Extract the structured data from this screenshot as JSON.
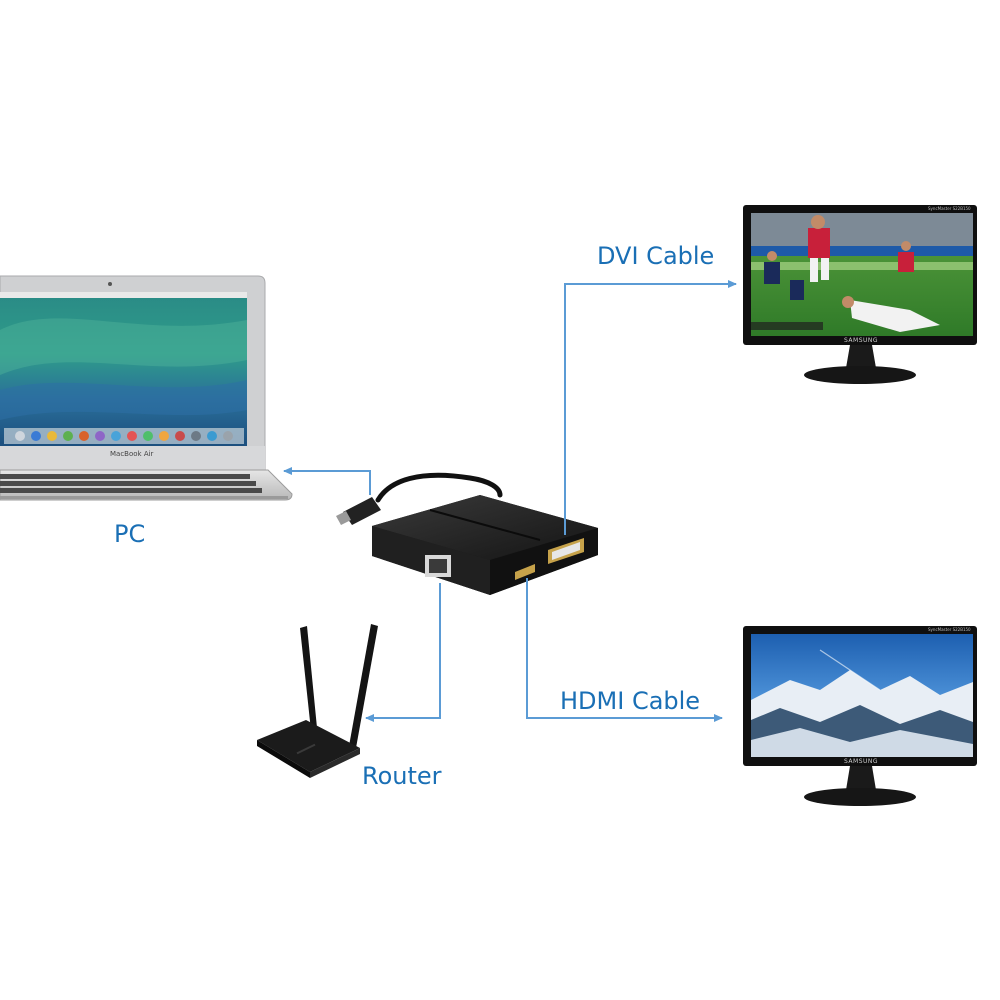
{
  "labels": {
    "pc": "PC",
    "router": "Router",
    "dvi_cable": "DVI Cable",
    "hdmi_cable": "HDMI Cable"
  },
  "devices": {
    "laptop_model": "MacBook Air",
    "monitor_brand": "SAMSUNG",
    "monitor_top_brand": "SyncMaster S22B150"
  },
  "colors": {
    "connector_line": "#5b9bd5",
    "label_text": "#1a6fb5",
    "device_body": "#1c1c1c"
  }
}
